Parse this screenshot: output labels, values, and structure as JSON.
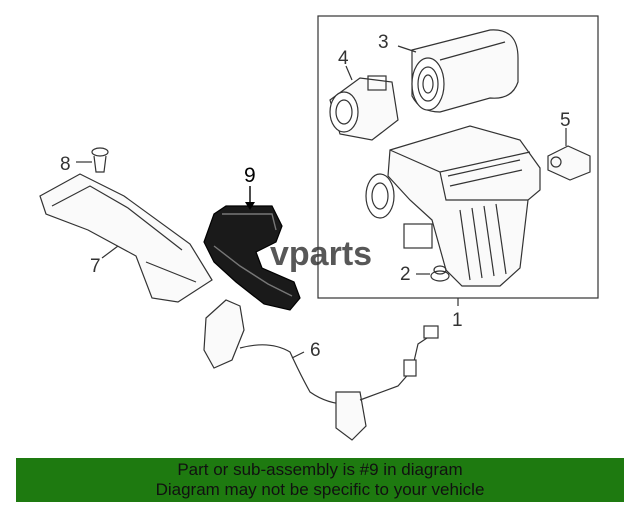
{
  "watermark": "vparts",
  "callouts": {
    "c1": "1",
    "c2": "2",
    "c3": "3",
    "c4": "4",
    "c5": "5",
    "c6": "6",
    "c7": "7",
    "c8": "8",
    "c9": "9"
  },
  "banner": {
    "line1": "Part or sub-assembly is #9 in diagram",
    "line2": "Diagram may not be specific to your vehicle"
  },
  "colors": {
    "banner_bg": "#1e7a10",
    "highlight_part": "#111111",
    "line_art": "#333333"
  }
}
